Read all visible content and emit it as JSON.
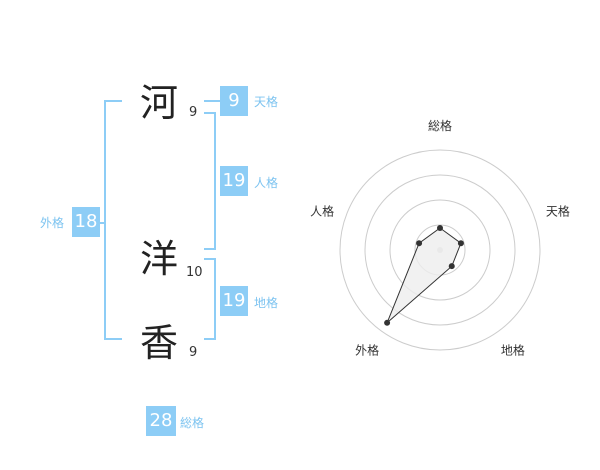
{
  "characters": [
    {
      "char": "河",
      "strokes": "9"
    },
    {
      "char": "洋",
      "strokes": "10"
    },
    {
      "char": "香",
      "strokes": "9"
    }
  ],
  "kakusu": {
    "tenkaku": {
      "label": "天格",
      "value": "9"
    },
    "jinkaku": {
      "label": "人格",
      "value": "19"
    },
    "chikaku": {
      "label": "地格",
      "value": "19"
    },
    "gaikaku": {
      "label": "外格",
      "value": "18"
    },
    "soukaku": {
      "label": "総格",
      "value": "28"
    }
  },
  "colors": {
    "accent": "#8dcdf6",
    "label": "#7cc3f0",
    "grid": "#cccccc",
    "fill": "#eeeeee"
  },
  "chart_data": {
    "type": "radar",
    "axes": [
      "総格",
      "天格",
      "地格",
      "外格",
      "人格"
    ],
    "values": [
      {
        "axis": "総格",
        "value": 0.22
      },
      {
        "axis": "天格",
        "value": 0.22
      },
      {
        "axis": "地格",
        "value": 0.2
      },
      {
        "axis": "外格",
        "value": 0.9
      },
      {
        "axis": "人格",
        "value": 0.22
      }
    ],
    "rings": 4,
    "range": [
      0,
      1
    ]
  }
}
